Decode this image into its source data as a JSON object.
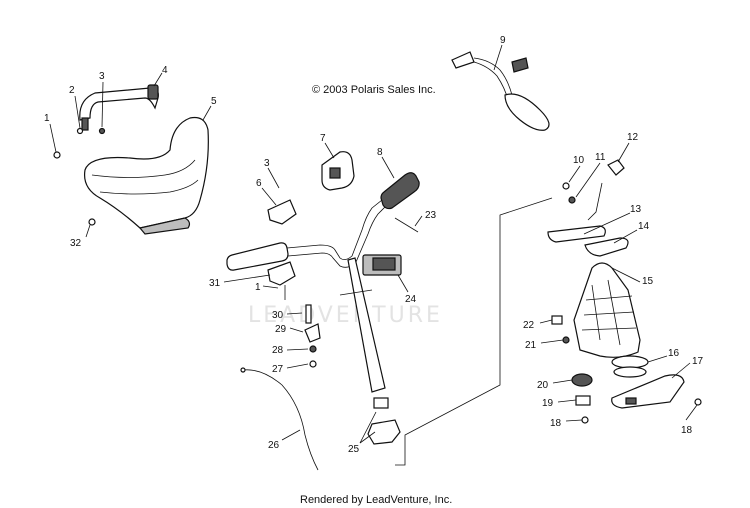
{
  "copyright": "© 2003 Polaris Sales Inc.",
  "footer": "Rendered by LeadVenture, Inc.",
  "watermark": "LEADVENTURE",
  "callouts": [
    {
      "key": "c1a",
      "label": "1"
    },
    {
      "key": "c2",
      "label": "2"
    },
    {
      "key": "c3a",
      "label": "3"
    },
    {
      "key": "c4",
      "label": "4"
    },
    {
      "key": "c5",
      "label": "5"
    },
    {
      "key": "c32",
      "label": "32"
    },
    {
      "key": "c3b",
      "label": "3"
    },
    {
      "key": "c6",
      "label": "6"
    },
    {
      "key": "c7",
      "label": "7"
    },
    {
      "key": "c8",
      "label": "8"
    },
    {
      "key": "c23",
      "label": "23"
    },
    {
      "key": "c31",
      "label": "31"
    },
    {
      "key": "c1b",
      "label": "1"
    },
    {
      "key": "c24",
      "label": "24"
    },
    {
      "key": "c30",
      "label": "30"
    },
    {
      "key": "c29",
      "label": "29"
    },
    {
      "key": "c28",
      "label": "28"
    },
    {
      "key": "c27",
      "label": "27"
    },
    {
      "key": "c26",
      "label": "26"
    },
    {
      "key": "c25",
      "label": "25"
    },
    {
      "key": "c9",
      "label": "9"
    },
    {
      "key": "c10",
      "label": "10"
    },
    {
      "key": "c11",
      "label": "11"
    },
    {
      "key": "c12",
      "label": "12"
    },
    {
      "key": "c13",
      "label": "13"
    },
    {
      "key": "c14",
      "label": "14"
    },
    {
      "key": "c15",
      "label": "15"
    },
    {
      "key": "c22",
      "label": "22"
    },
    {
      "key": "c21",
      "label": "21"
    },
    {
      "key": "c16",
      "label": "16"
    },
    {
      "key": "c17",
      "label": "17"
    },
    {
      "key": "c20",
      "label": "20"
    },
    {
      "key": "c19",
      "label": "19"
    },
    {
      "key": "c18a",
      "label": "18"
    },
    {
      "key": "c18b",
      "label": "18"
    }
  ]
}
